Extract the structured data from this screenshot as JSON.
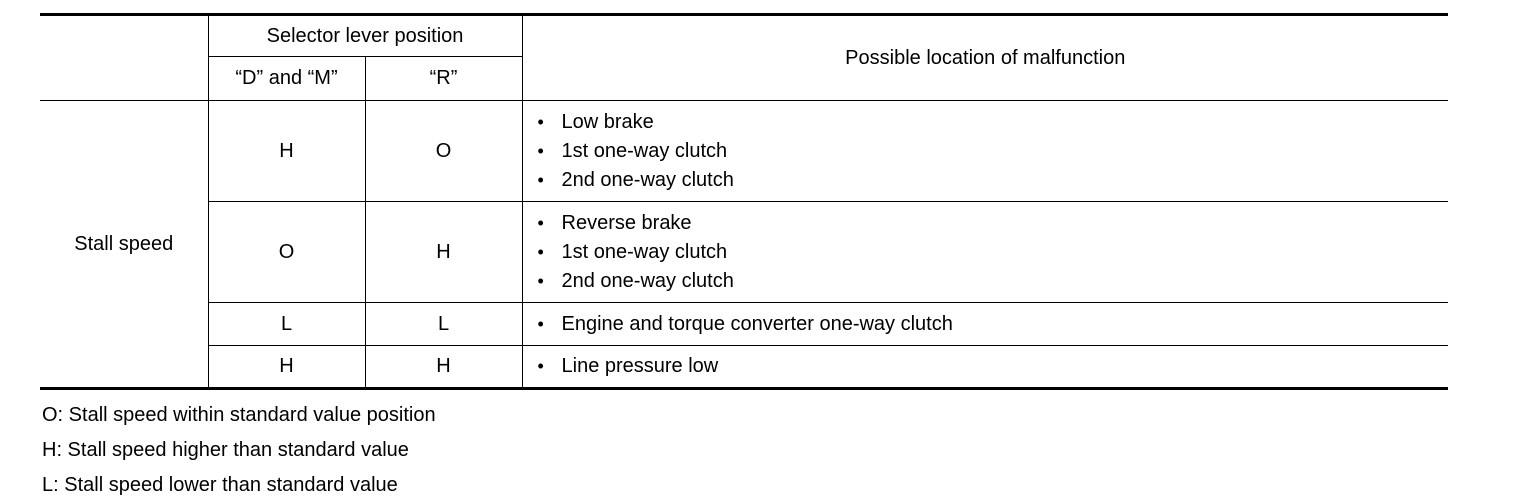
{
  "table": {
    "header": {
      "selector_group": "Selector lever position",
      "col_d_m": "“D” and “M”",
      "col_r": "“R”",
      "malfunction": "Possible location of malfunction"
    },
    "row_label": "Stall speed",
    "rows": [
      {
        "dm": "H",
        "r": "O",
        "locations": [
          "Low brake",
          "1st one-way clutch",
          "2nd one-way clutch"
        ]
      },
      {
        "dm": "O",
        "r": "H",
        "locations": [
          "Reverse brake",
          "1st one-way clutch",
          "2nd one-way clutch"
        ]
      },
      {
        "dm": "L",
        "r": "L",
        "locations": [
          "Engine and torque converter one-way clutch"
        ]
      },
      {
        "dm": "H",
        "r": "H",
        "locations": [
          "Line pressure low"
        ]
      }
    ],
    "bullet": "•"
  },
  "notes": [
    "O: Stall speed within standard value position",
    "H: Stall speed higher than standard value",
    "L: Stall speed lower than standard value"
  ]
}
